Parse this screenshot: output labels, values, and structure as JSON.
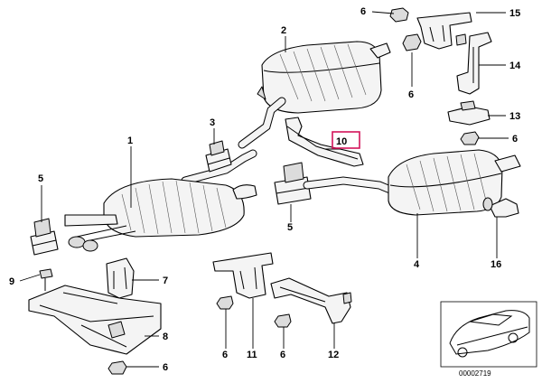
{
  "labels": {
    "p1": "1",
    "p2": "2",
    "p3": "3",
    "p4": "4",
    "p5a": "5",
    "p5b": "5",
    "p6a": "6",
    "p6b": "6",
    "p6c": "6",
    "p6d": "6",
    "p6e": "6",
    "p6f": "6",
    "p7": "7",
    "p8": "8",
    "p9": "9",
    "p10": "10",
    "p11": "11",
    "p12": "12",
    "p13": "13",
    "p14": "14",
    "p15": "15",
    "p16": "16"
  },
  "diagram_code": "00002719",
  "colors": {
    "highlight": "#d4145a"
  }
}
